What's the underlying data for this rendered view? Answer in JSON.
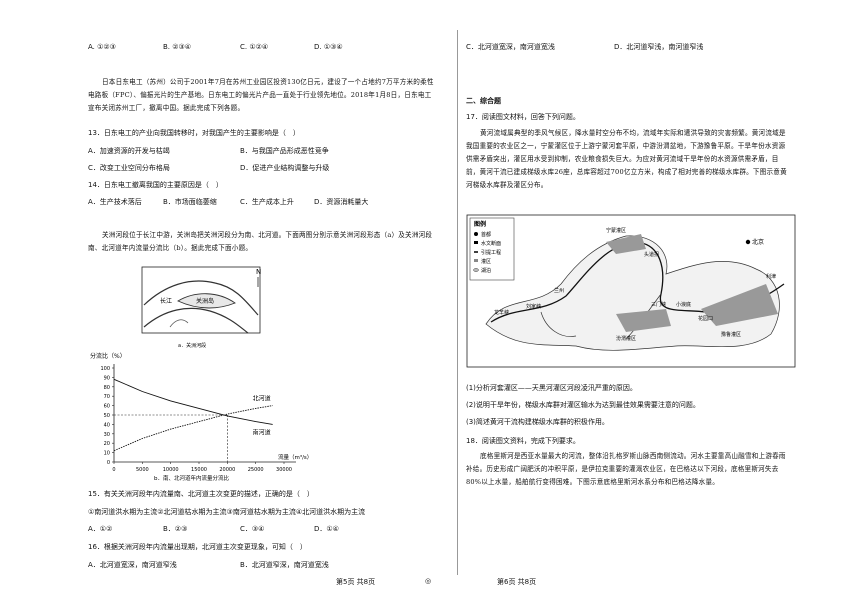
{
  "left": {
    "opts_q12": [
      "A. ①②③",
      "B. ②③④",
      "C. ①②④",
      "D. ①③④"
    ],
    "passage1": "日本日东电工（苏州）公司于2001年7月在苏州工业园区投资130亿日元，建设了一个占地约7万平方米的柔性电路板（FPC）、偏振光片的生产基地。日东电工的偏光片产品一直处于行业领先地位。2018年1月8日，日东电工宣布关闭苏州工厂，撤离中国。据此完成下列各题。",
    "q13": "13．日东电工的产业向我国转移时，对我国产生的主要影响是（　）",
    "q13_opts": [
      "A．加速资源的开发与枯竭",
      "B．与我国产品形成恶性竞争",
      "C．改变工业空间分布格局",
      "D．促进产业结构调整与升级"
    ],
    "q14": "14．日东电工撤离我国的主要原因是（　）",
    "q14_opts": [
      "A．生产技术落后",
      "B．市场面临萎缩",
      "C．生产成本上升",
      "D．资源消耗量大"
    ],
    "passage2": "关洲河段位于长江中游，关洲岛把关洲河段分为南、北河道。下面两图分别示意关洲河段形态（a）及关洲河段南、北河道年内流量分流比（b）。据此完成下面小题。",
    "map_a": {
      "label_changjiang": "长江",
      "label_guanzhou": "关洲岛",
      "label_north": "N",
      "caption": "a．关洲河段"
    },
    "q15": "15．有关关洲河段年内流量南、北河道主次变更的描述，正确的是（　）",
    "q15_items": "①南河道洪水期为主流②北河道枯水期为主流③南河道枯水期为主流④北河道洪水期为主流",
    "q15_opts": [
      "A．①②",
      "B．②③",
      "C．③④",
      "D．①④"
    ],
    "q16": "16．根据关洲河段年内流量出现期，北河道主次变更现象，可知（　）",
    "q16_opts": [
      "A．北河道宽深，南河道窄浅",
      "B．北河道窄深，南河道宽浅"
    ]
  },
  "chart_data": {
    "type": "line",
    "title": "b．南、北河道年内流量分流比",
    "ylabel": "分流比（%）",
    "xlabel": "流量（m³/s）",
    "xlim": [
      0,
      30000
    ],
    "ylim": [
      0,
      100
    ],
    "xticks": [
      0,
      10000,
      20000,
      30000
    ],
    "xtick_labels": [
      "0",
      "10000",
      "20000",
      "30000"
    ],
    "yticks": [
      0,
      10,
      20,
      30,
      40,
      50,
      60,
      70,
      80,
      90,
      100
    ],
    "x_extra_labels": [
      "5000",
      "15000",
      "25000"
    ],
    "series": [
      {
        "name": "北河道",
        "x": [
          0,
          5000,
          10000,
          15000,
          20000,
          25000,
          28000
        ],
        "y": [
          12,
          25,
          35,
          43,
          51,
          57,
          60
        ]
      },
      {
        "name": "南河道",
        "x": [
          0,
          5000,
          10000,
          15000,
          20000,
          25000,
          28000
        ],
        "y": [
          88,
          75,
          65,
          57,
          49,
          43,
          40
        ]
      }
    ],
    "reference": {
      "x": 20000,
      "y": 50
    }
  },
  "right": {
    "opts_cd": [
      "C．北河道宽深，南河道宽浅",
      "D．北河道窄浅，南河道窄浅"
    ],
    "section2": "二、综合题",
    "q17": "17．阅读图文材料，回答下列问题。",
    "passage3": "黄河流域属典型的季风气候区，降水量时空分布不均，流域年实际和遭洪导致的灾害频繁。黄河流域是我国重要的农业区之一，宁蒙灌区位于上游宁蒙河套平原，中游汾渭盆地，下游豫鲁平原。干旱年份水资源供需矛盾突出，灌区用水受到抑制，农业粮食损失巨大。为应对黄河流域干旱年份的水资源供需矛盾，目前，黄河干流已建成梯级水库26座，总库容超过700亿立方米，构成了相对完善的梯级水库群。下图示意黄河梯级水库群及灌区分布。",
    "legend": {
      "title": "图例",
      "items": [
        "首都",
        "水文断面",
        "引提工程",
        "灌区",
        "湖泊"
      ]
    },
    "map_labels": [
      "北京",
      "刘家峡",
      "龙羊峡",
      "宁蒙灌区",
      "汾渭灌区",
      "豫鲁灌区",
      "三门峡",
      "小浪底",
      "兰州",
      "头道拐",
      "花园口",
      "利津"
    ],
    "q17_sub": [
      "(1)分析河套灌区——天黑河灌区河段凌汛严重的原因。",
      "(2)说明干旱年份，梯级水库群对灌区输水为达到最佳效果需要注意的问题。",
      "(3)简述黄河干流构建梯级水库群的积极作用。"
    ],
    "q18": "18．阅读图文资料，完成下列要求。",
    "passage4": "底格里斯河是西亚水量最大的河流，整体沿扎格罗斯山脉西南侧流动。河水主要靠高山融雪和上游春雨补给。历史形成广阔肥沃的冲积平原，是伊拉克重要的灌溉农业区，在巴格达以下河段，底格里斯河失去80%以上水量，船舶航行变得困难。下图示意底格里斯河水系分布和巴格达降水量。"
  },
  "footer": {
    "left_page": "第5页 共8页",
    "mark": "◎",
    "right_page": "第6页 共8页"
  }
}
